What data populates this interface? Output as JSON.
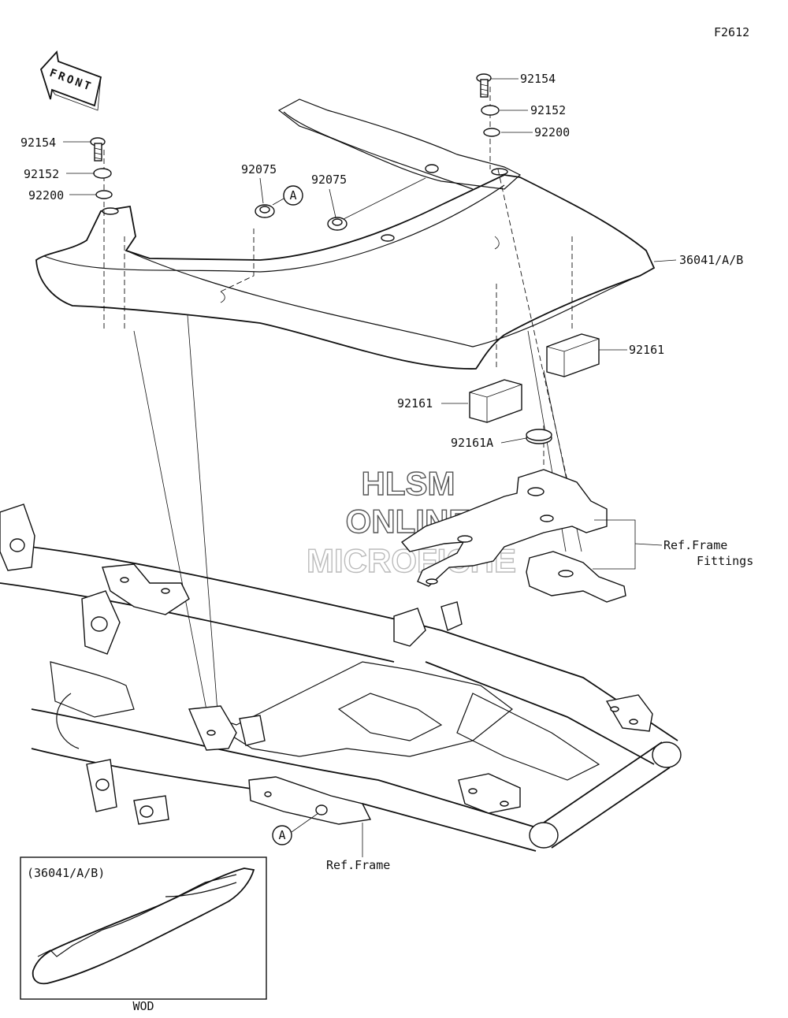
{
  "figure_code": "F2612",
  "front_arrow": {
    "label": "FRONT"
  },
  "watermark": {
    "line1": "HLSM",
    "line2": "ONLINE",
    "line3": "MICROFICHE"
  },
  "callouts": {
    "bolt_left": "92154",
    "washer_left": "92152",
    "collar_left": "92200",
    "grommet_1": "92075",
    "grommet_2": "92075",
    "bolt_right": "92154",
    "washer_right": "92152",
    "collar_right": "92200",
    "cover": "36041/A/B",
    "pad_right": "92161",
    "pad_left": "92161",
    "pad_round": "92161A",
    "ref_frame_fittings_1": "Ref.Frame",
    "ref_frame_fittings_2": "Fittings",
    "ref_frame": "Ref.Frame",
    "mark_a_top": "A",
    "mark_a_bottom": "A"
  },
  "inset": {
    "title": "(36041/A/B)",
    "caption": "WOD"
  }
}
